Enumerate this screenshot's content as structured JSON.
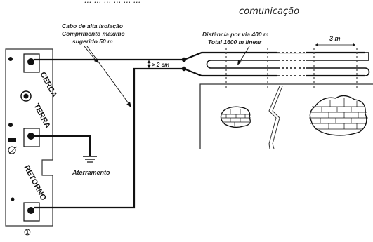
{
  "header": {
    "line1": "... ... ... ... ... ...",
    "line2": "comunicação"
  },
  "labels": {
    "cable_line1": "Cabo de alta isolação",
    "cable_line2": "Comprimento máximo",
    "cable_line3": "sugerido 50 m",
    "distance_line1": "Distância por via 400 m",
    "distance_line2": "Total 1600 m linear",
    "spacing": "3 m",
    "gap": "> 2 cm",
    "ground": "Aterramento"
  },
  "board": {
    "terminal_cerca": "CERCA",
    "terminal_terra": "TERRA",
    "terminal_retorno": "RETORNO",
    "footnote": "①"
  }
}
